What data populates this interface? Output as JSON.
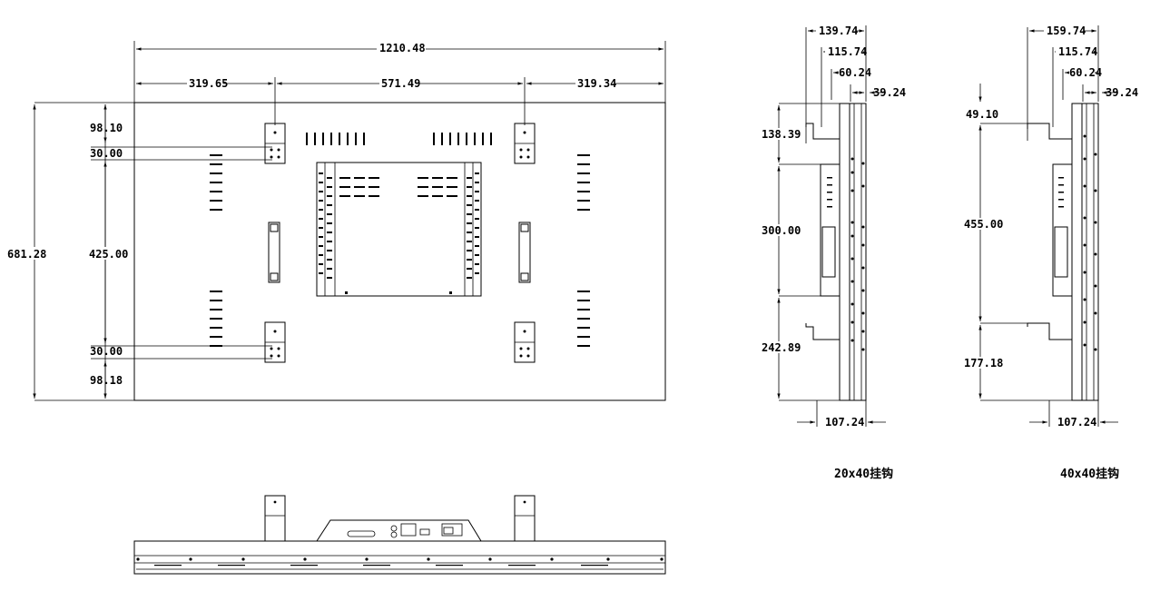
{
  "front_view": {
    "overall_width": "1210.48",
    "segment_left": "319.65",
    "segment_middle": "571.49",
    "segment_right": "319.34",
    "overall_height": "681.28",
    "top_margin": "98.10",
    "bracket_spacing_top": "30.00",
    "center_distance": "425.00",
    "bracket_spacing_bottom": "30.00",
    "bottom_margin": "98.18"
  },
  "side_view_20x40": {
    "dim_a": "139.74",
    "dim_b": "115.74",
    "dim_c": "60.24",
    "dim_d": "39.24",
    "dim_top": "138.39",
    "dim_mid": "300.00",
    "dim_bot": "242.89",
    "dim_base": "107.24",
    "caption": "20x40挂钩"
  },
  "side_view_40x40": {
    "dim_a": "159.74",
    "dim_b": "115.74",
    "dim_c": "60.24",
    "dim_d": "39.24",
    "dim_top": "49.10",
    "dim_mid": "455.00",
    "dim_bot": "177.18",
    "dim_base": "107.24",
    "caption": "40x40挂钩"
  }
}
